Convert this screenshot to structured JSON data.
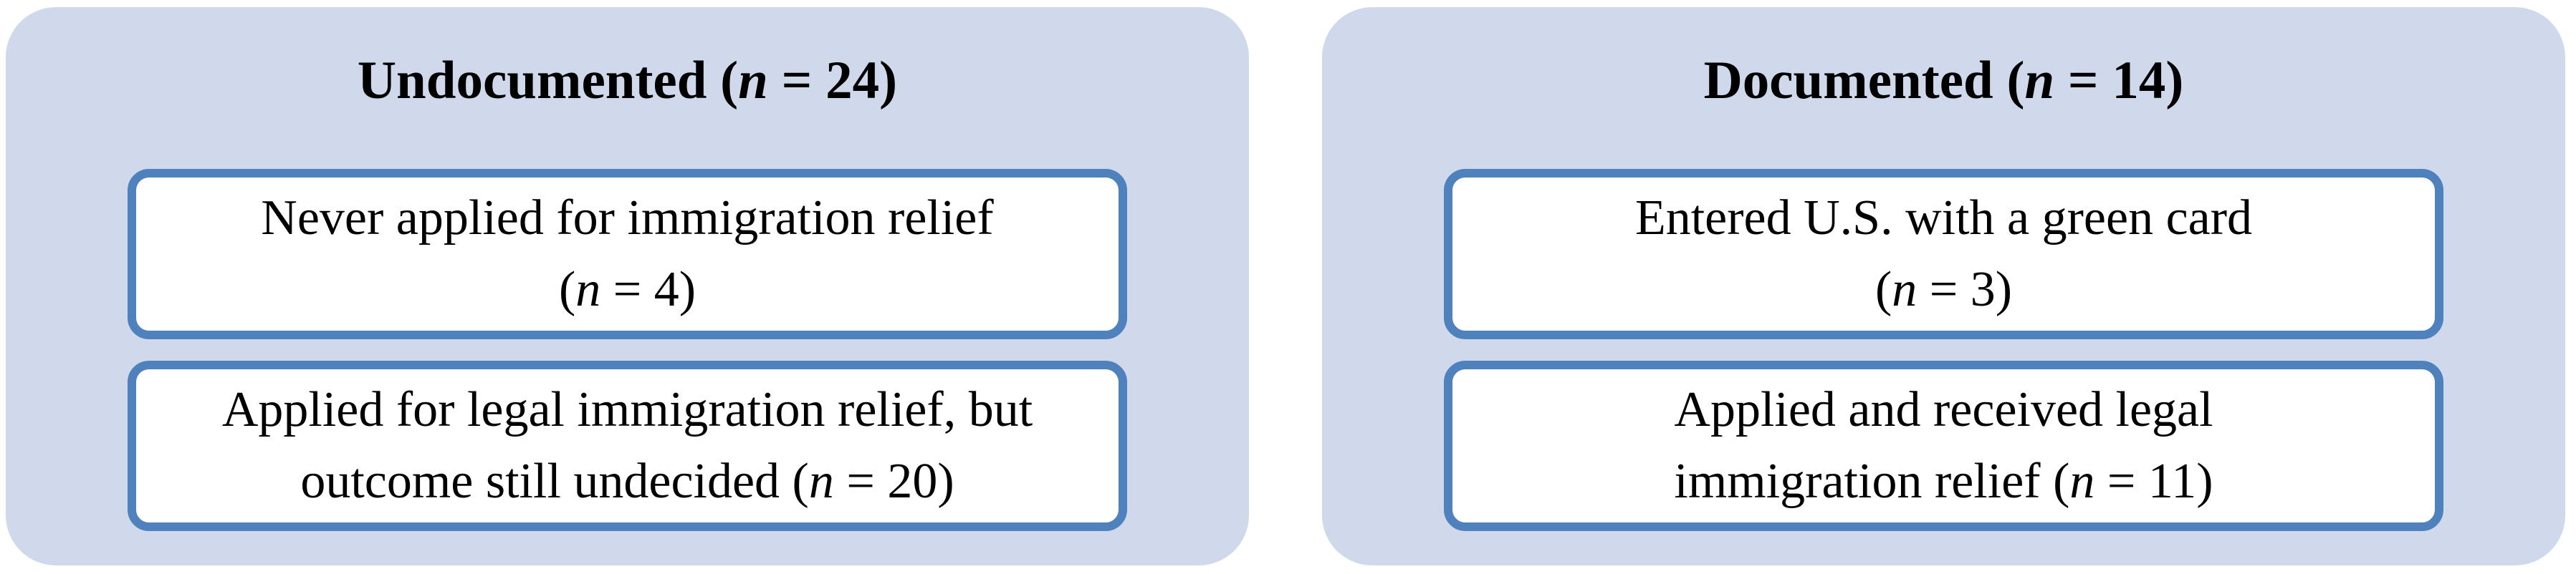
{
  "figure": {
    "description": "Participant immigration-status flow figure with two groups"
  },
  "colors": {
    "page_bg": "#ffffff",
    "panel_bg": "#cfd9eb",
    "box_bg": "#ffffff",
    "box_border": "#4f81bd",
    "text_color": "#000000"
  },
  "panels": [
    {
      "id": "undocumented",
      "title": {
        "pre": "Undocumented (",
        "n": "n",
        "post": " = 24)"
      },
      "boxes": [
        {
          "line1": "Never applied for immigration relief",
          "line2_pre": "(",
          "line2_n": "n",
          "line2_post": " = 4)"
        },
        {
          "line1": "Applied for legal immigration relief, but",
          "line2_pre": "outcome still undecided (",
          "line2_n": "n",
          "line2_post": " = 20)"
        }
      ]
    },
    {
      "id": "documented",
      "title": {
        "pre": "Documented (",
        "n": "n",
        "post": " = 14)"
      },
      "boxes": [
        {
          "line1": "Entered U.S. with a green card",
          "line2_pre": "(",
          "line2_n": "n",
          "line2_post": " = 3)"
        },
        {
          "line1": "Applied and received legal",
          "line2_pre": "immigration relief (",
          "line2_n": "n",
          "line2_post": " = 11)"
        }
      ]
    }
  ]
}
